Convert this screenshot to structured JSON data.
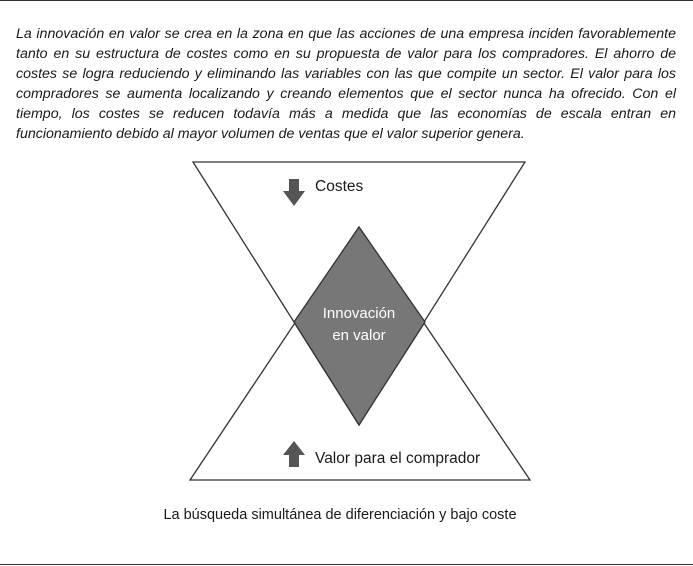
{
  "intro_text": "La innovación en valor se crea en la zona en que las acciones de una empresa inciden favorablemente tanto en su estructura de costes como en su propuesta de valor para los compradores. El ahorro de costes se logra reduciendo y eliminando las variables con las que compite un sector. El valor para los compradores se aumenta localizando y creando elementos que el sector nunca ha ofrecido. Con el tiempo, los costes se reducen todavía más a medida que las economías de escala entran en funcionamiento debido al mayor volumen de ventas que el valor superior genera.",
  "diagram": {
    "costs_label": "Costes",
    "costs_icon": "arrow-down-icon",
    "value_label": "Valor para el comprador",
    "value_icon": "arrow-up-icon",
    "center_line1": "Innovación",
    "center_line2": "en valor",
    "colors": {
      "diamond_fill": "#777777",
      "arrow_fill": "#555555",
      "outline": "#333333",
      "center_text": "#ffffff"
    }
  },
  "caption": "La búsqueda simultánea de diferenciación y bajo coste"
}
